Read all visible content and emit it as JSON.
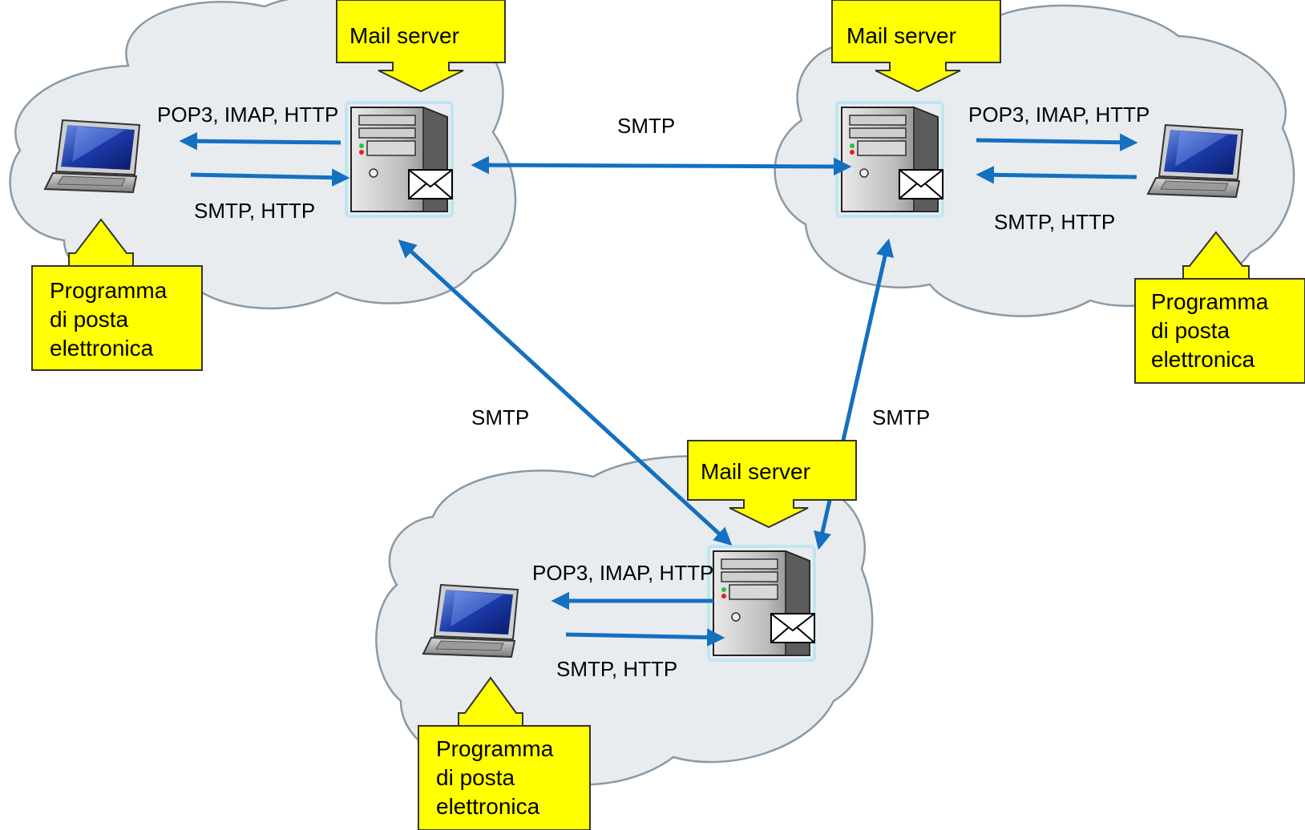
{
  "clouds": [
    {
      "id": "top-left",
      "mail_server_label": "Mail server",
      "client_label": [
        "Programma",
        "di posta",
        "elettronica"
      ],
      "retrieve_label": "POP3, IMAP, HTTP",
      "send_label": "SMTP, HTTP"
    },
    {
      "id": "top-right",
      "mail_server_label": "Mail server",
      "client_label": [
        "Programma",
        "di posta",
        "elettronica"
      ],
      "retrieve_label": "POP3, IMAP, HTTP",
      "send_label": "SMTP, HTTP"
    },
    {
      "id": "bottom",
      "mail_server_label": "Mail server",
      "client_label": [
        "Programma",
        "di posta",
        "elettronica"
      ],
      "retrieve_label": "POP3, IMAP, HTTP",
      "send_label": "SMTP, HTTP"
    }
  ],
  "links": {
    "top": "SMTP",
    "left": "SMTP",
    "right": "SMTP"
  },
  "colors": {
    "cloud_fill": "#e8ecef",
    "cloud_stroke": "#8a9aa5",
    "arrow": "#1470c0",
    "callout_fill": "#ffff00",
    "callout_stroke": "#333333"
  }
}
